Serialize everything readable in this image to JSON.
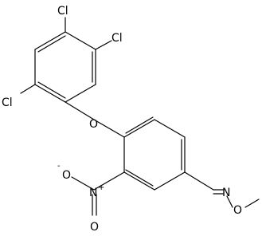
{
  "molecule": {
    "atoms": {
      "cl_top": "Cl",
      "cl_right": "Cl",
      "cl_left": "Cl",
      "o_ether": "O",
      "o_nitro_left": "O",
      "o_nitro_left_charge": "-",
      "n_nitro": "N",
      "n_nitro_charge": "+",
      "o_nitro_bottom": "O",
      "n_oxime": "N",
      "o_methoxy": "O"
    }
  }
}
